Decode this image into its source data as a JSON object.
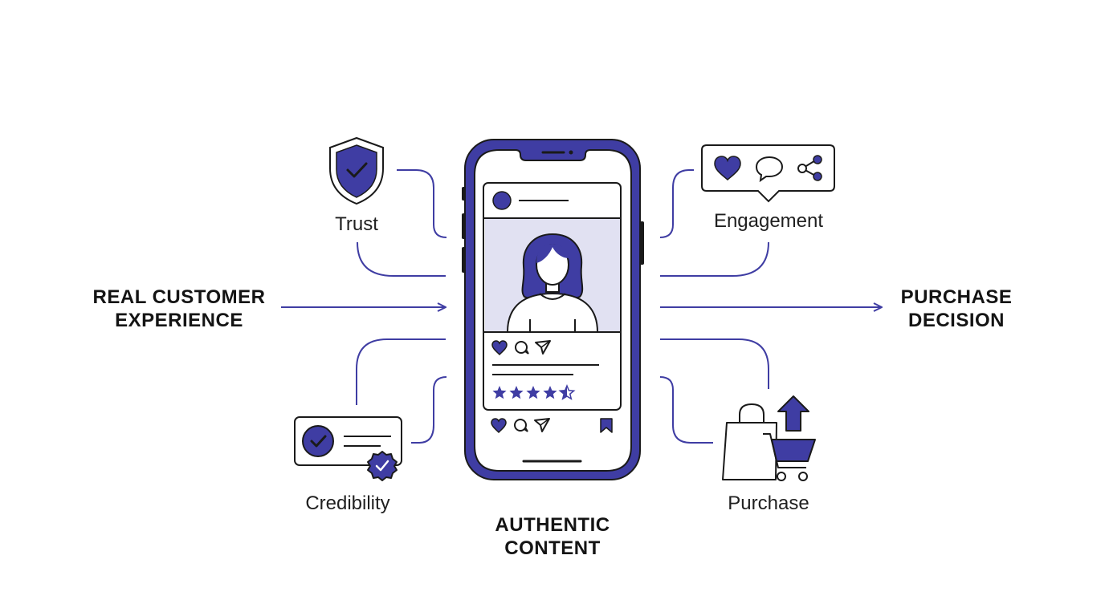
{
  "colors": {
    "accent": "#3f3da3",
    "accent_light": "#e1e1f2",
    "outline": "#1a1a1a"
  },
  "input": {
    "line1": "REAL CUSTOMER",
    "line2": "EXPERIENCE"
  },
  "output": {
    "line1": "PURCHASE",
    "line2": "DECISION"
  },
  "center": {
    "line1": "AUTHENTIC",
    "line2": "CONTENT",
    "icon": "smartphone-social-post-icon"
  },
  "nodes": {
    "trust": {
      "label": "Trust",
      "icon": "shield-check-icon"
    },
    "engagement": {
      "label": "Engagement",
      "icon": "heart-comment-share-icon"
    },
    "credibility": {
      "label": "Credibility",
      "icon": "verified-badge-card-icon"
    },
    "purchase": {
      "label": "Purchase",
      "icon": "shopping-bag-cart-icon"
    }
  },
  "post": {
    "rating": 4.5,
    "rating_max": 5
  }
}
